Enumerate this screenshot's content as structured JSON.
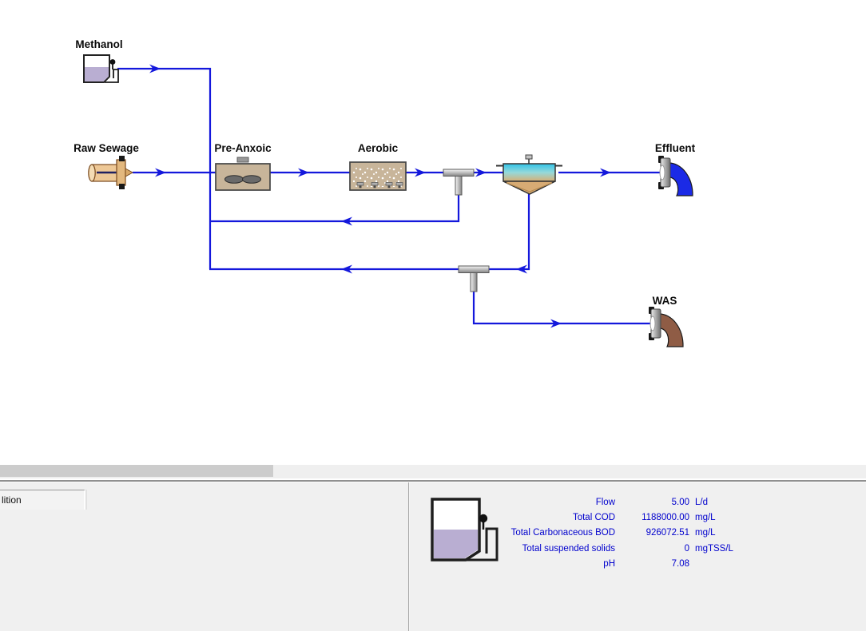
{
  "window": {
    "canvas_background": "#ffffff"
  },
  "flowsheet": {
    "stream_color": "#1418dc",
    "labels": {
      "methanol": "Methanol",
      "raw_sewage": "Raw Sewage",
      "pre_anoxic": "Pre-Anxoic",
      "aerobic": "Aerobic",
      "effluent": "Effluent",
      "was": "WAS"
    },
    "nodes": [
      {
        "id": "methanol",
        "type": "influent-dosing-tank",
        "liquid_color": "#b9aed2"
      },
      {
        "id": "raw-sewage",
        "type": "influent-pipe"
      },
      {
        "id": "pre-anoxic",
        "type": "mixed-reactor",
        "fill": "#c8b59a"
      },
      {
        "id": "aerobic",
        "type": "aerated-reactor",
        "fill": "#c8b59a"
      },
      {
        "id": "splitter-1",
        "type": "flow-splitter-tee"
      },
      {
        "id": "clarifier",
        "type": "secondary-clarifier"
      },
      {
        "id": "splitter-2",
        "type": "flow-splitter-tee"
      },
      {
        "id": "effluent",
        "type": "outfall",
        "color": "#1b2ae6"
      },
      {
        "id": "was",
        "type": "sludge-outfall",
        "color": "#8f5c45"
      }
    ],
    "streams": [
      {
        "from": "methanol",
        "to": "pre-anoxic"
      },
      {
        "from": "raw-sewage",
        "to": "pre-anoxic"
      },
      {
        "from": "pre-anoxic",
        "to": "aerobic"
      },
      {
        "from": "aerobic",
        "to": "splitter-1"
      },
      {
        "from": "splitter-1",
        "to": "clarifier"
      },
      {
        "from": "splitter-1",
        "to": "pre-anoxic",
        "kind": "internal-recycle"
      },
      {
        "from": "clarifier",
        "to": "effluent"
      },
      {
        "from": "clarifier",
        "to": "splitter-2",
        "kind": "underflow"
      },
      {
        "from": "splitter-2",
        "to": "pre-anoxic",
        "kind": "return-sludge"
      },
      {
        "from": "splitter-2",
        "to": "was",
        "kind": "waste-sludge"
      }
    ]
  },
  "scrollbar": {
    "thumb_color": "#cccccc",
    "track_color": "#efefef"
  },
  "bottom_panel": {
    "background": "#f0f0f0",
    "text_color": "#0000cd",
    "tab_label": "lition",
    "selected_icon": "methanol-tank-icon",
    "properties": [
      {
        "label": "Flow",
        "value": "5.00",
        "unit": "L/d"
      },
      {
        "label": "Total COD",
        "value": "1188000.00",
        "unit": "mg/L"
      },
      {
        "label": "Total Carbonaceous BOD",
        "value": "926072.51",
        "unit": "mg/L"
      },
      {
        "label": "Total suspended solids",
        "value": "0",
        "unit": "mgTSS/L"
      },
      {
        "label": "pH",
        "value": "7.08",
        "unit": ""
      }
    ]
  }
}
